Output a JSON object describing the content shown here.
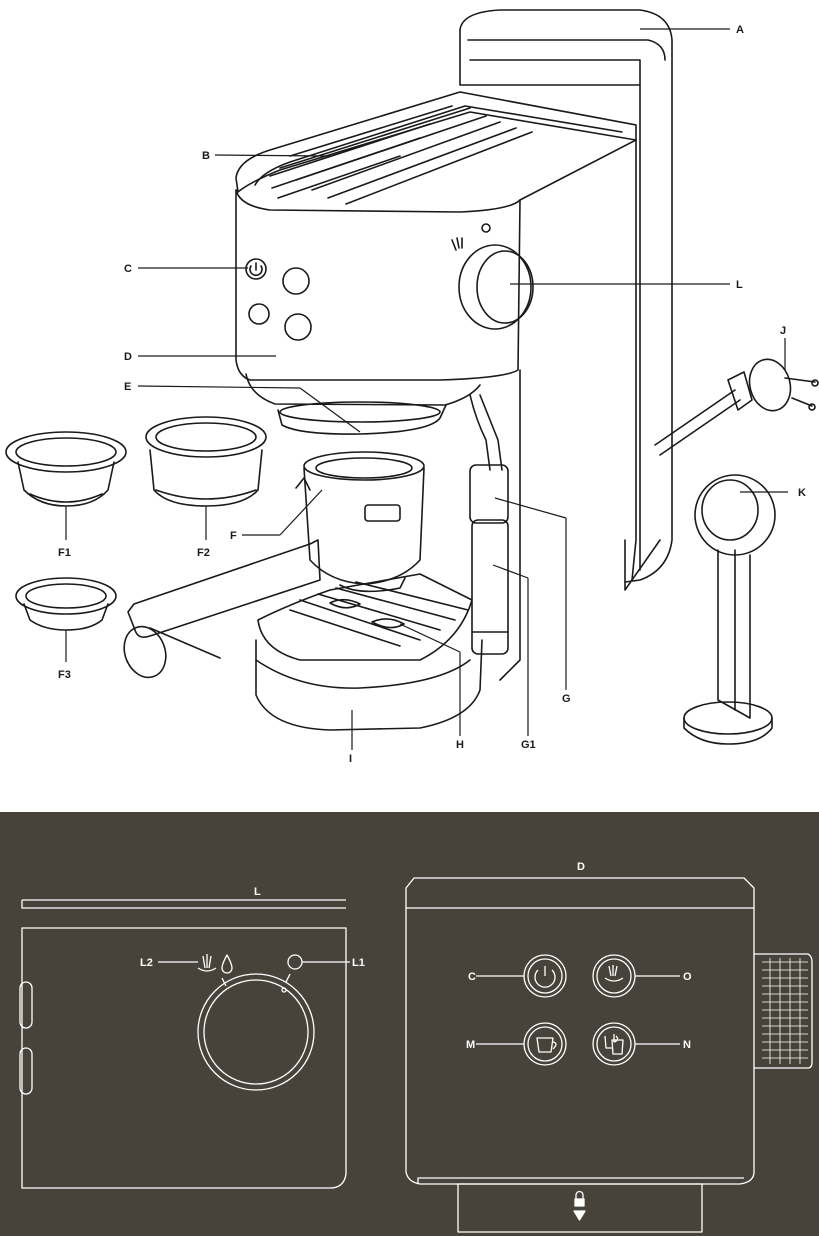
{
  "colors": {
    "line": "#1a1a1a",
    "panel_bg": "#47433b",
    "panel_line": "#ffffff"
  },
  "overview_labels": {
    "a": "A",
    "b": "B",
    "c": "C",
    "d": "D",
    "e": "E",
    "f": "F",
    "f1": "F1",
    "f2": "F2",
    "f3": "F3",
    "g": "G",
    "g1": "G1",
    "h": "H",
    "i": "I",
    "j": "J",
    "k": "K",
    "l": "L"
  },
  "knob_detail": {
    "title": "L",
    "l1": "L1",
    "l2": "L2"
  },
  "control_panel": {
    "title": "D",
    "c": "C",
    "o": "O",
    "m": "M",
    "n": "N"
  },
  "icons": [
    "power-icon",
    "steam-icon",
    "water-drop-icon",
    "single-cup-icon",
    "double-cup-icon",
    "lock-icon",
    "indicator-light-icon"
  ]
}
